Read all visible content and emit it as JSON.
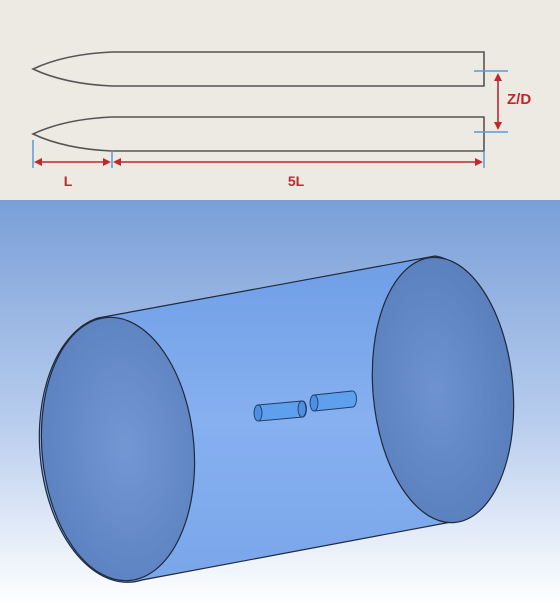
{
  "top_diagram": {
    "labels": {
      "length_nose": "L",
      "length_body": "5L",
      "spacing": "Z/D"
    },
    "colors": {
      "background": "#eceae2",
      "outline": "#555555",
      "dimension_red": "#c0282d",
      "extension_blue": "#5b9bd5"
    }
  },
  "bottom_render": {
    "colors": {
      "background_top": "#7a9fd8",
      "background_bottom": "#ffffff",
      "cylinder_fill": "#6f9ee6",
      "cylinder_end": "#5f86c8",
      "outline": "#1f2a3a",
      "inner_bodies": "#5fa0ee"
    }
  }
}
